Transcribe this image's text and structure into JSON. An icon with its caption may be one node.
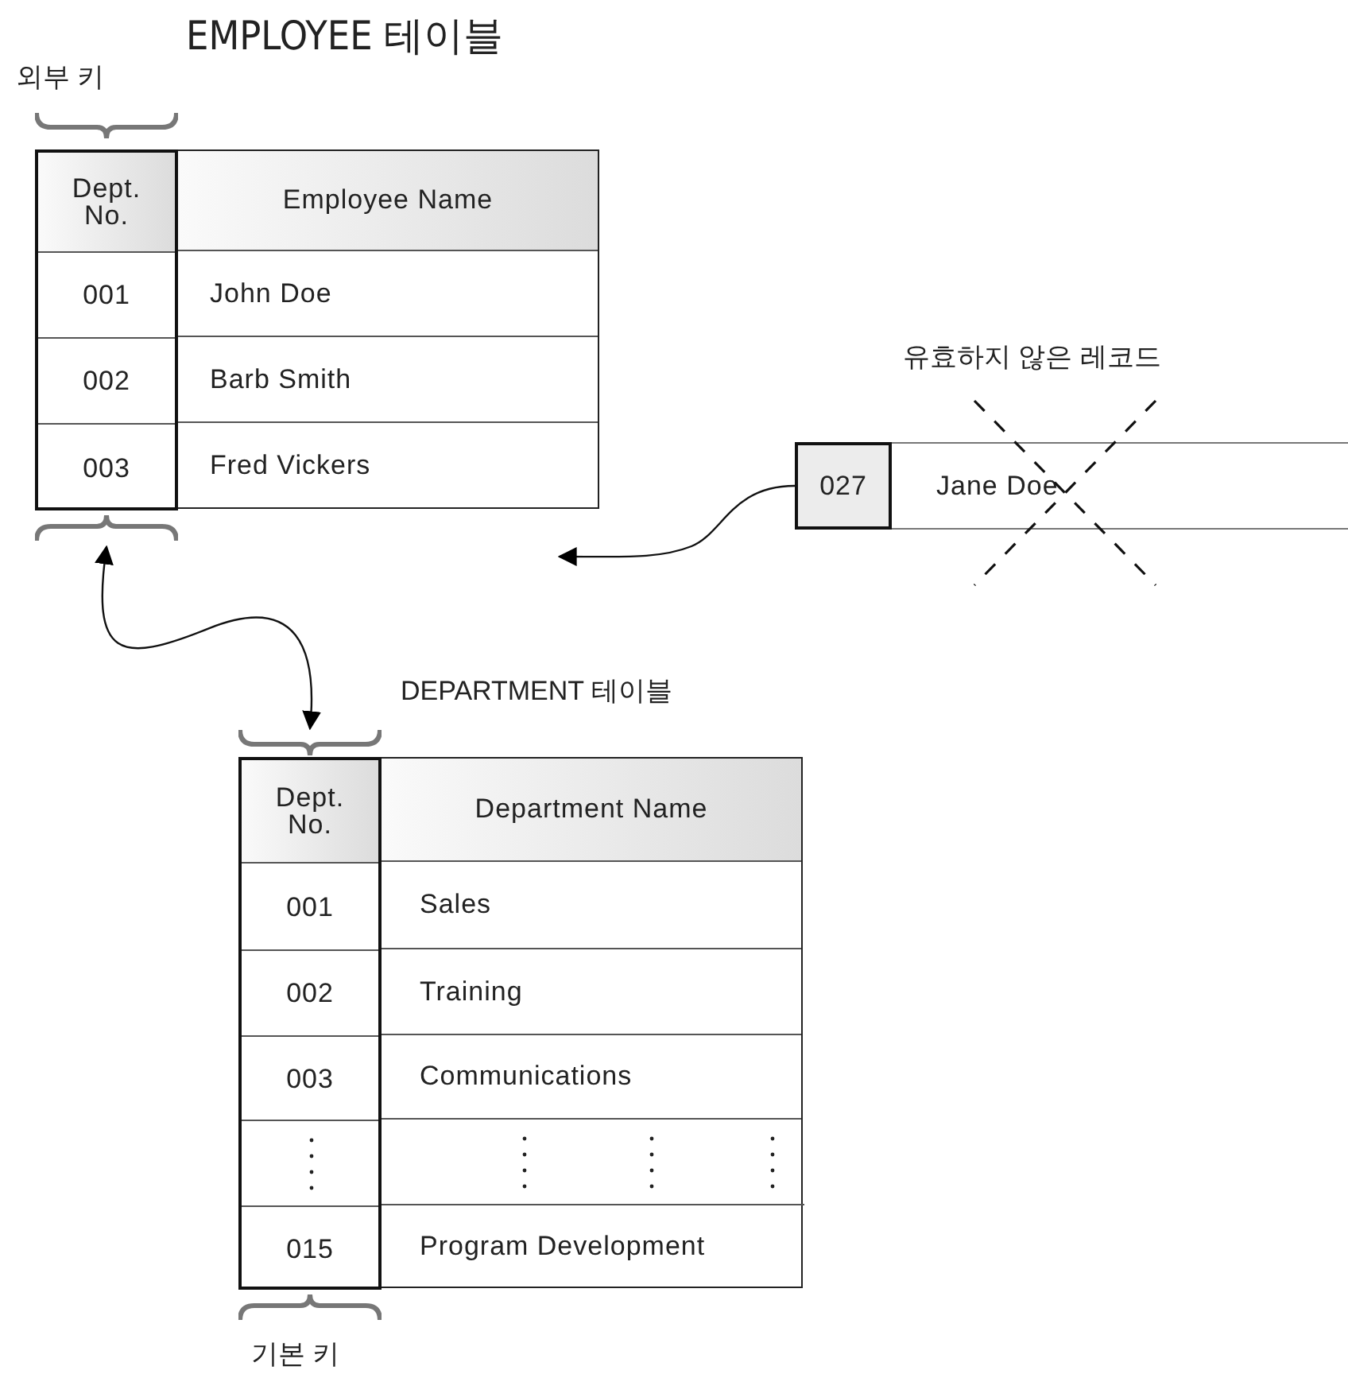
{
  "diagram": {
    "nodes": [
      {
        "text": [
          "EMPLOYEE 테이블"
        ]
      },
      {
        "text": [
          "Dept. No.",
          "001",
          "002",
          "003"
        ],
        "in": 0,
        "beside": [
          "외부 키"
        ]
      },
      {
        "text": [
          "Employee Name",
          "John Doe",
          "Barb Smith",
          "Fred Vickers"
        ],
        "in": 0
      },
      {
        "text": [
          "DEPARTMENT 테이블"
        ]
      },
      {
        "text": [
          "Dept. No.",
          "001",
          "002",
          "003",
          "015"
        ],
        "in": 3,
        "beside": [
          "기본 키"
        ]
      },
      {
        "text": [
          "Department Name",
          "Sales",
          "Training",
          "Communications",
          "Program Development"
        ],
        "in": 3
      },
      {
        "text": [
          "027",
          "Jane Doe"
        ],
        "beside": [
          "유효하지 않은 레코드"
        ]
      }
    ],
    "edges": [
      {
        "from": 1,
        "to": 4,
        "arrow": "both"
      },
      {
        "from": 6,
        "to": null,
        "arrow": "to"
      }
    ]
  }
}
